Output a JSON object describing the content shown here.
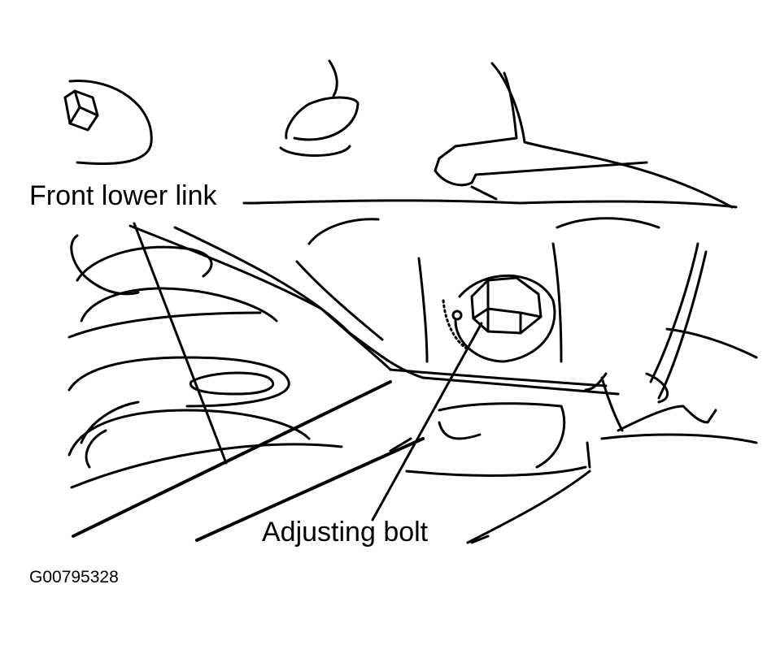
{
  "labels": {
    "front_lower_link": "Front lower link",
    "adjusting_bolt": "Adjusting bolt"
  },
  "figure_code": "G00795328"
}
